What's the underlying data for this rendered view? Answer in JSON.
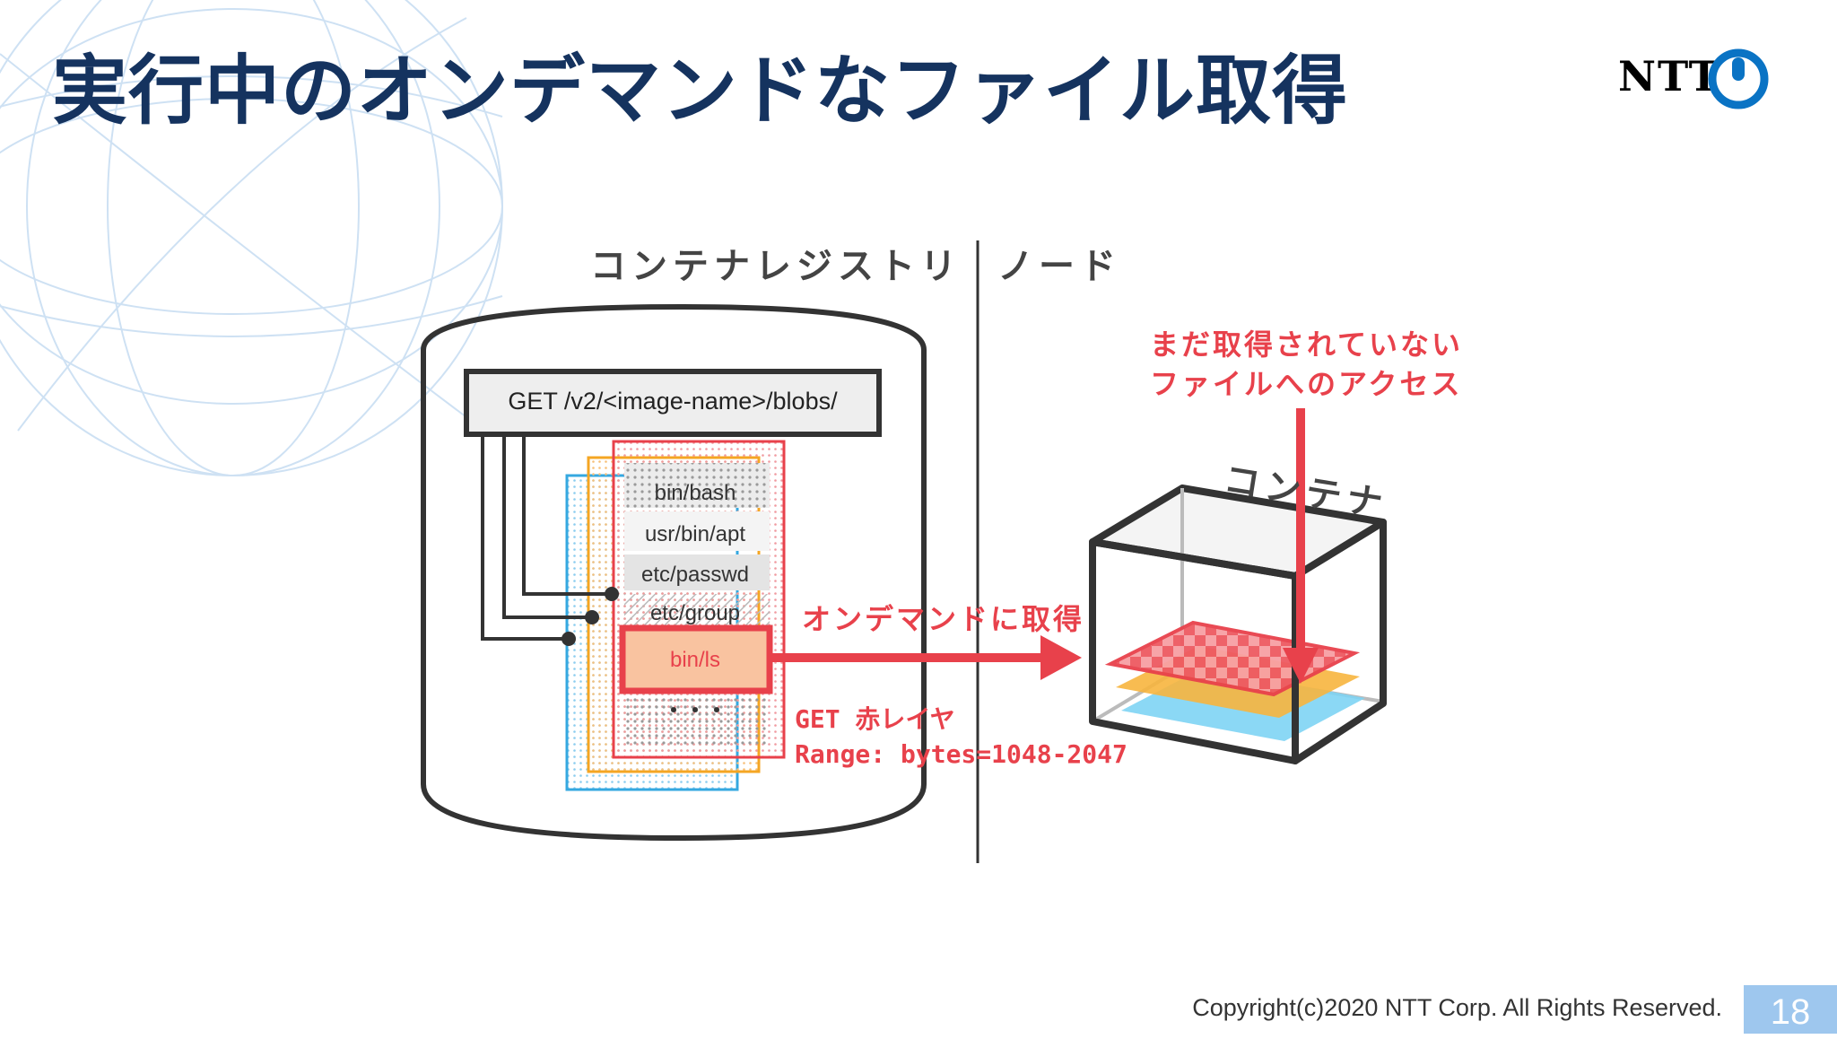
{
  "slide": {
    "title": "実行中のオンデマンドなファイル取得",
    "logo_text": "NTT",
    "footer": "Copyright(c)2020 NTT Corp. All Rights Reserved.",
    "page_number": "18"
  },
  "diagram": {
    "registry_header": "コンテナレジストリ",
    "node_header": "ノード",
    "api_endpoint": "GET /v2/<image-name>/blobs/",
    "files": [
      "bin/bash",
      "usr/bin/apt",
      "etc/passwd",
      "etc/group"
    ],
    "highlighted_file": "bin/ls",
    "ellipsis": "・・・",
    "fetch_label": "オンデマンドに取得",
    "request_line1": "GET 赤レイヤ",
    "request_line2": "Range: bytes=1048-2047",
    "note_line1": "まだ取得されていない",
    "note_line2": "ファイルへのアクセス",
    "container_label": "コンテナ",
    "colors": {
      "red": "#e8414b",
      "orange": "#f5a623",
      "blue": "#35a8e0",
      "title": "#15335f",
      "page_badge": "#9ec7ee"
    }
  }
}
